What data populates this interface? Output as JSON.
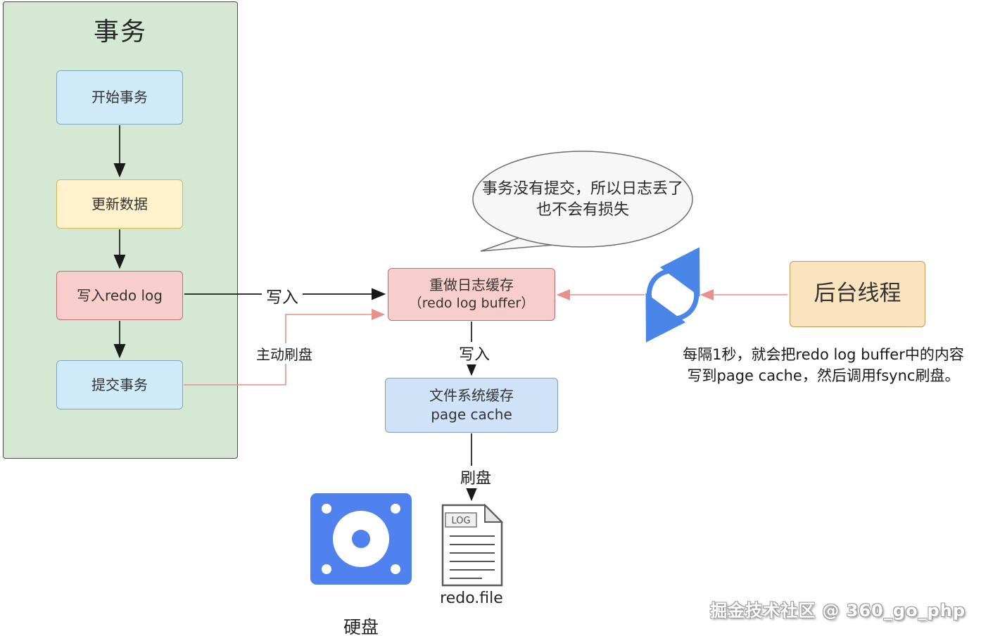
{
  "colors": {
    "panel_green": "#d5e8d4",
    "node_blue_fill": "#cfeaf8",
    "node_yellow_fill": "#fff2cc",
    "node_pink_fill": "#f8cecc",
    "page_cache_fill": "#cfe2f7",
    "thread_fill": "#fbe3bd",
    "red_arrow": "#e8908a",
    "black_arrow": "#1a1a1a",
    "icon_blue": "#4f82ee",
    "bubble_fill": "#f7f7f7"
  },
  "panel": {
    "title": "事务",
    "steps": [
      {
        "label": "开始事务"
      },
      {
        "label": "更新数据"
      },
      {
        "label": "写入redo log"
      },
      {
        "label": "提交事务"
      }
    ]
  },
  "bubble": {
    "line1": "事务没有提交，所以日志丢了",
    "line2": "也不会有损失"
  },
  "redo_buffer": {
    "line1": "重做日志缓存",
    "line2": "（redo log buffer）"
  },
  "page_cache": {
    "line1": "文件系统缓存",
    "line2": "page cache"
  },
  "background_thread": {
    "label": "后台线程"
  },
  "labels": {
    "write_to_buffer": "写入",
    "manual_flush": "主动刷盘",
    "write_to_cache": "写入",
    "flush_disk": "刷盘",
    "disk": "硬盘",
    "redo_file": "redo.file",
    "log_badge": "LOG"
  },
  "note": {
    "line1": "每隔1秒，就会把redo log buffer中的内容",
    "line2": "写到page cache，然后调用fsync刷盘。"
  },
  "watermark": "掘金技术社区 @ 360_go_php"
}
